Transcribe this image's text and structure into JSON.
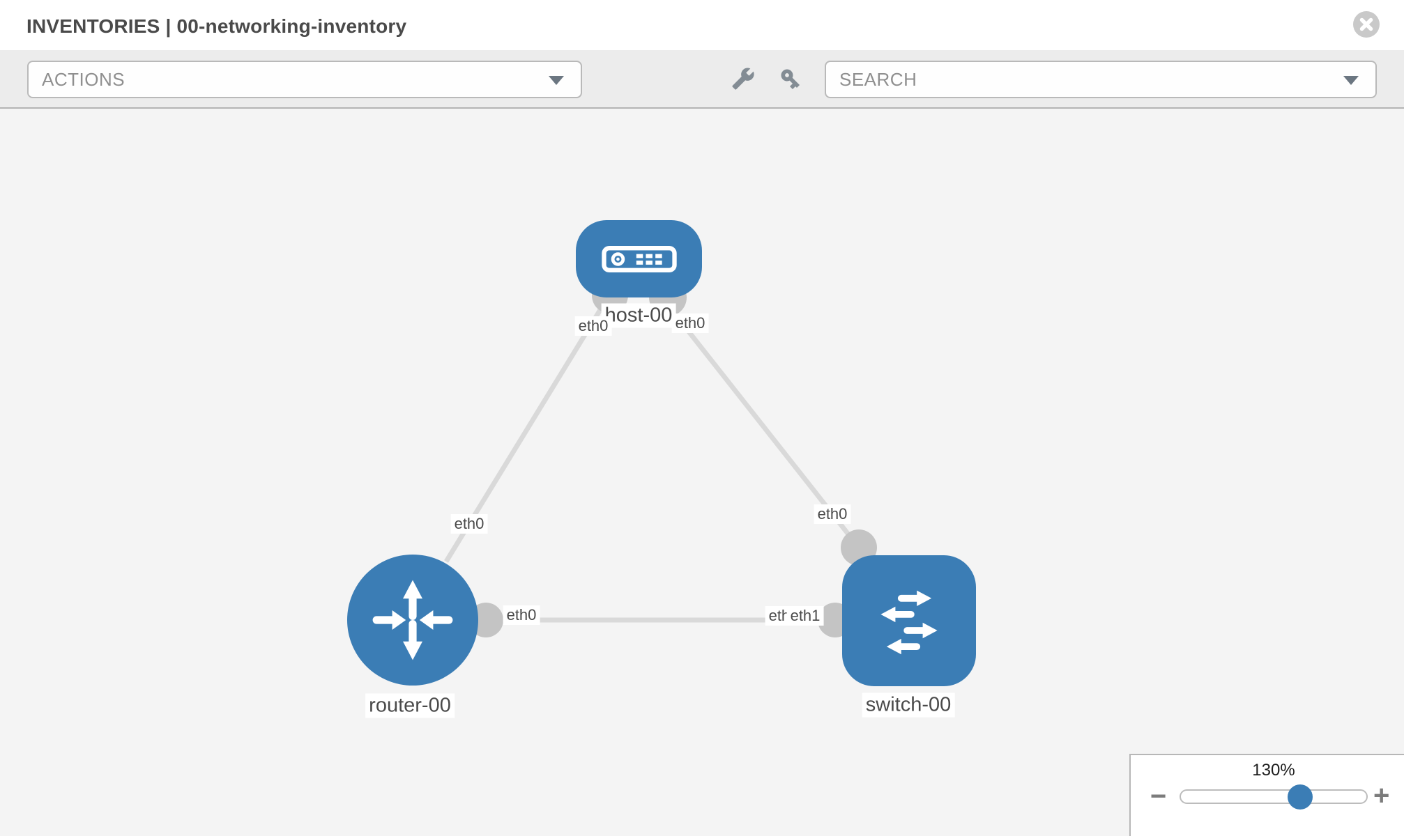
{
  "header": {
    "title": "INVENTORIES | 00-networking-inventory"
  },
  "toolbar": {
    "actions_label": "ACTIONS",
    "search_placeholder": "SEARCH",
    "icons": [
      "wrench-icon",
      "key-icon"
    ]
  },
  "diagram": {
    "nodes": [
      {
        "id": "host-00",
        "label": "host-00",
        "type": "host",
        "shape": "rounded-rect"
      },
      {
        "id": "router-00",
        "label": "router-00",
        "type": "router",
        "shape": "circle"
      },
      {
        "id": "switch-00",
        "label": "switch-00",
        "type": "switch",
        "shape": "rounded-square"
      }
    ],
    "links": [
      {
        "from": "host-00",
        "from_interface": "eth0",
        "to": "router-00",
        "to_interface": "eth0"
      },
      {
        "from": "host-00",
        "from_interface": "eth0",
        "to": "switch-00",
        "to_interface": "eth0"
      },
      {
        "from": "router-00",
        "from_interface": "eth0",
        "to": "switch-00",
        "to_interface": "eth1",
        "to_interface_overlapped": "eth0"
      }
    ],
    "colors": {
      "node_blue": "#3b7db5",
      "link_gray": "#d9d9d9",
      "endpoint_gray": "#c4c4c4"
    }
  },
  "zoom_control": {
    "label": "130%",
    "percent": 130,
    "minus_label": "−",
    "plus_label": "+"
  }
}
